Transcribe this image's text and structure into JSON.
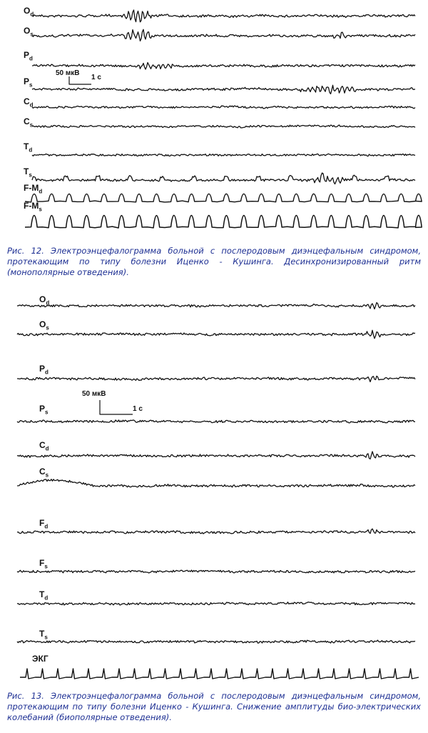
{
  "figure12": {
    "leads": [
      {
        "base": "O",
        "sub": "d"
      },
      {
        "base": "O",
        "sub": "s"
      },
      {
        "base": "P",
        "sub": "d"
      },
      {
        "base": "P",
        "sub": "s"
      },
      {
        "base": "C",
        "sub": "d"
      },
      {
        "base": "C",
        "sub": "s"
      },
      {
        "base": "T",
        "sub": "d"
      },
      {
        "base": "T",
        "sub": "s"
      },
      {
        "base": "F-M",
        "sub": "d"
      },
      {
        "base": "F-M",
        "sub": "s"
      }
    ],
    "scale_amplitude": "50 мкВ",
    "scale_time": "1 с",
    "caption": "Рис. 12. Электроэнцефалограмма больной с послеродовым диэнцефальным синдромом, протекающим по типу болезни Иценко - Кушинга.   Десинхронизированный ритм (монополярные отведения)."
  },
  "figure13": {
    "leads": [
      {
        "base": "O",
        "sub": "d"
      },
      {
        "base": "O",
        "sub": "s"
      },
      {
        "base": "P",
        "sub": "d"
      },
      {
        "base": "P",
        "sub": "s"
      },
      {
        "base": "C",
        "sub": "d"
      },
      {
        "base": "C",
        "sub": "s"
      },
      {
        "base": "F",
        "sub": "d"
      },
      {
        "base": "F",
        "sub": "s"
      },
      {
        "base": "T",
        "sub": "d"
      },
      {
        "base": "T",
        "sub": "s"
      },
      {
        "base": "ЭКГ",
        "sub": ""
      }
    ],
    "scale_amplitude": "50 мкВ",
    "scale_time": "1 с",
    "caption": "Рис. 13. Электроэнцефалограмма больной с послеродовым диэнцефальным синдромом, протекающим по типу болезни Иценко - Кушинга.   Снижение амплитуды био-электрических колебаний (биополярные отведения)."
  },
  "colors": {
    "trace": "#111111",
    "caption": "#1d2f93"
  }
}
